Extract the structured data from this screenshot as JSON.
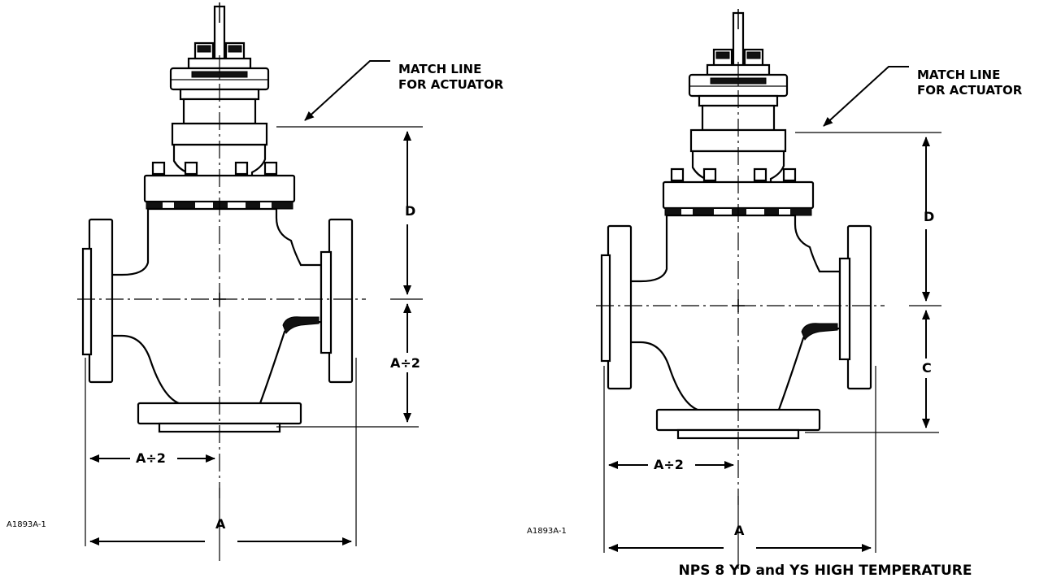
{
  "left_figure": {
    "callout": [
      "MATCH LINE",
      "FOR ACTUATOR"
    ],
    "dim_d": "D",
    "dim_lower": "A÷2",
    "dim_half": "A÷2",
    "dim_full": "A",
    "figure_code": "A1893A-1"
  },
  "right_figure": {
    "callout": [
      "MATCH LINE",
      "FOR ACTUATOR"
    ],
    "dim_d": "D",
    "dim_lower": "C",
    "dim_half": "A÷2",
    "dim_full": "A",
    "figure_code": "A1893A-1",
    "caption": "NPS 8 YD and YS HIGH TEMPERATURE"
  }
}
